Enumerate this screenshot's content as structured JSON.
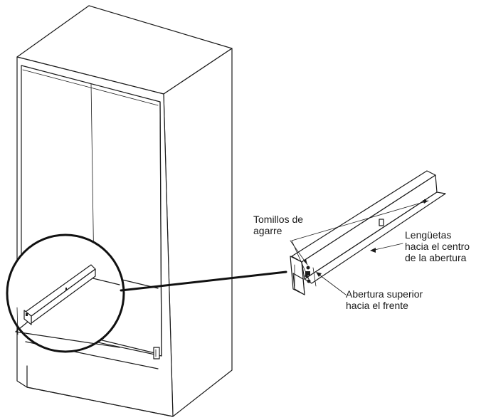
{
  "labels": {
    "screws": "Tomillos de\nagarre",
    "tabs": "Lengüetas\nhacia el centro\nde la abertura",
    "opening": "Abertura superior\nhacia el frente"
  },
  "colors": {
    "ink": "#1a1a1a",
    "background": "#ffffff"
  }
}
